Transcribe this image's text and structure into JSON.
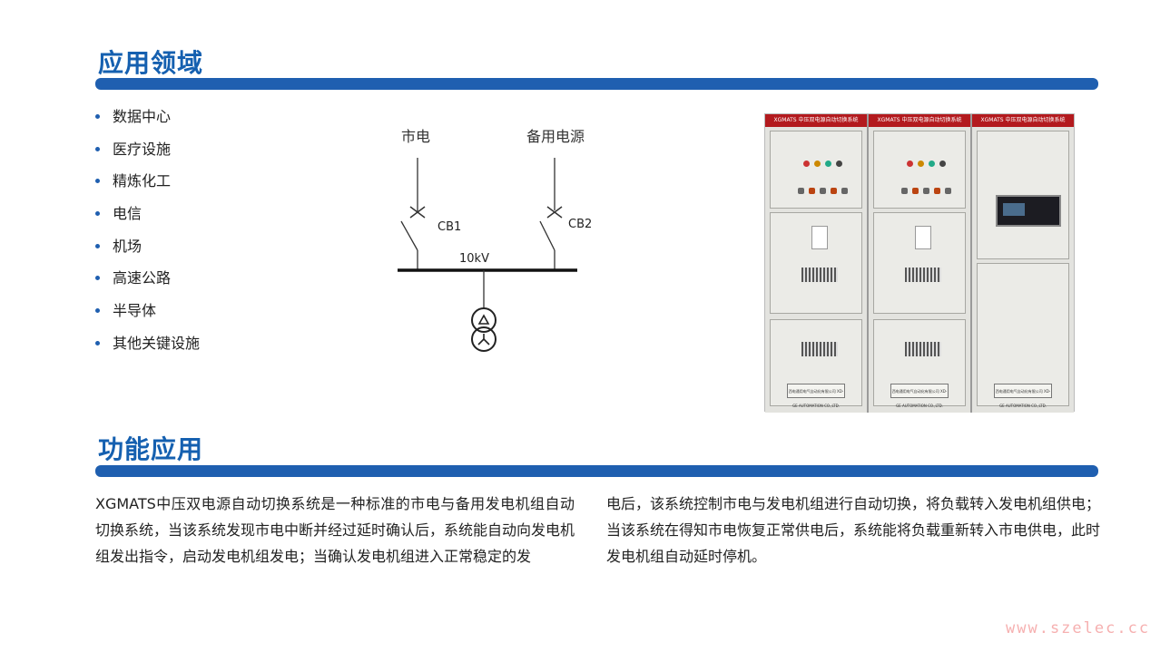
{
  "section1": {
    "title": "应用领域",
    "items": [
      "数据中心",
      "医疗设施",
      "精炼化工",
      "电信",
      "机场",
      "高速公路",
      "半导体",
      "其他关键设施"
    ]
  },
  "diagram": {
    "source1": "市电",
    "source2": "备用电源",
    "breaker1": "CB1",
    "breaker2": "CB2",
    "bus_voltage": "10kV"
  },
  "photo": {
    "header_label": "XGMATS 中压双电源自动切换系统",
    "footer_label": "西电通用电气自动化有限公司 XD-GE AUTOMATION CO.,LTD."
  },
  "section2": {
    "title": "功能应用",
    "paragraph_left": "XGMATS中压双电源自动切换系统是一种标准的市电与备用发电机组自动切换系统，当该系统发现市电中断并经过延时确认后，系统能自动向发电机组发出指令，启动发电机组发电；当确认发电机组进入正常稳定的发",
    "paragraph_right": "电后，该系统控制市电与发电机组进行自动切换，将负载转入发电机组供电；当该系统在得知市电恢复正常供电后，系统能将负载重新转入市电供电，此时发电机组自动延时停机。"
  },
  "watermark": "www.szelec.cc",
  "colors": {
    "accent": "#1f5fb0",
    "title": "#1560b0",
    "header_red": "#b31a1e"
  }
}
